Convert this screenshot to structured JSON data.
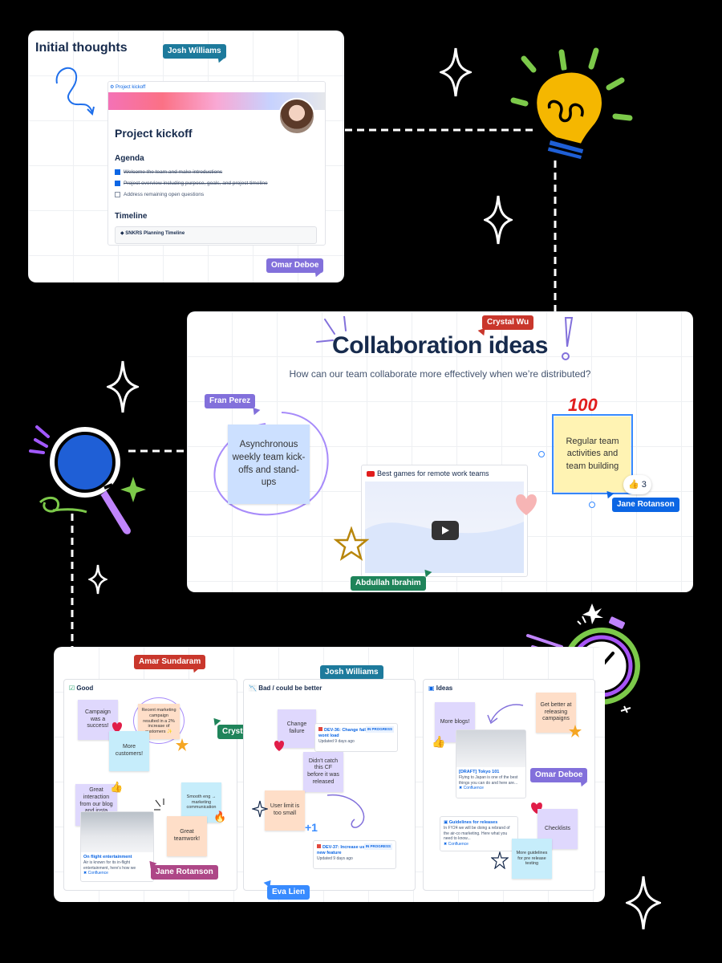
{
  "panel1": {
    "title": "Initial thoughts",
    "page_label": "Project kickoff",
    "doc_title": "Project kickoff",
    "agenda_heading": "Agenda",
    "agenda_items": [
      {
        "text": "Welcome the team and make introductions",
        "checked": true
      },
      {
        "text": "Project overview including purpose, goals, and project timeline",
        "checked": true
      },
      {
        "text": "Address remaining open questions",
        "checked": false
      }
    ],
    "timeline_heading": "Timeline",
    "timeline_label": "SNKRS Planning Timeline",
    "cursors": {
      "josh": "Josh Williams",
      "omar": "Omar Deboe"
    }
  },
  "panel2": {
    "title": "Collaboration ideas",
    "subtitle": "How can our team collaborate more effectively when we’re distributed?",
    "sticky_left": "Asynchronous weekly team kick-offs and stand-ups",
    "sticky_right": "Regular team activities and team building",
    "video_title": "Best games for remote work teams",
    "reaction_count": "3",
    "cursors": {
      "crystal": "Crystal Wu",
      "fran": "Fran Perez",
      "jane": "Jane Rotanson",
      "abdullah": "Abdullah Ibrahim"
    }
  },
  "panel3": {
    "columns": {
      "good": "Good",
      "bad": "Bad / could be better",
      "ideas": "Ideas"
    },
    "good": {
      "s1": "Campaign was a success!",
      "s2": "Recent marketing campaign resulted in a 2% increase of customers ✨",
      "s3": "More customers!",
      "s4": "Great interaction from our blog and insta marketing",
      "s5": "Smooth eng → marketing communication",
      "s6": "Great teamwork!",
      "card_title": "On flight entertainment",
      "card_text": "Air is known for its in-flight entertainment, here's how we",
      "card_source": "Confluence"
    },
    "bad": {
      "s1": "Change failure",
      "s2": "Didn't catch this CF before it was released",
      "s3": "User limit is too small",
      "issue1_title": "DEV-36: Change failure - images wont load",
      "issue1_status": "IN PROGRESS",
      "issue1_meta": "Updated 9 days ago",
      "issue2_title": "DEV-37: Increase user limit on new feature",
      "issue2_status": "IN PROGRESS",
      "issue2_meta": "Updated 9 days ago",
      "plus": "+1"
    },
    "ideas": {
      "s1": "More blogs!",
      "s2": "Get better at releasing campaigns",
      "s3": "Checklists",
      "s4": "More guidelines for pre release testing",
      "card1_title": "[DRAFT] Tokyo 101",
      "card1_text": "Flying to Japan is one of the best things you can do and here are...",
      "card1_source": "Confluence",
      "card2_title": "Guidelines for releases",
      "card2_text": "In FY24 we will be doing a rebrand of the air-co marketing. Here what you need to know...",
      "card2_source": "Confluence"
    },
    "cursors": {
      "amar": "Amar Sundaram",
      "josh": "Josh Williams",
      "crystal": "Crystal Wu",
      "omar": "Omar Deboe",
      "jane": "Jane Rotanson",
      "eva": "Eva Lien"
    }
  },
  "colors": {
    "background": "#000000",
    "tag_teal": "#1d7a9c",
    "tag_purple": "#8270db",
    "tag_red": "#c9372c",
    "tag_green": "#1f845a",
    "tag_blue": "#0c66e4",
    "tag_pink": "#ae4787",
    "sticky_yellow": "#fff3b3",
    "sticky_blue": "#cce0ff",
    "sticky_purple": "#dfd8fd",
    "sticky_peach": "#fedec8",
    "sticky_cyan": "#c6edfb"
  },
  "icons": [
    "lightbulb-icon",
    "magnifier-icon",
    "stopwatch-icon",
    "sparkle-icon",
    "heart-icon",
    "star-icon",
    "thumbs-up-icon",
    "hundred-icon",
    "fire-icon",
    "play-icon",
    "youtube-icon"
  ]
}
